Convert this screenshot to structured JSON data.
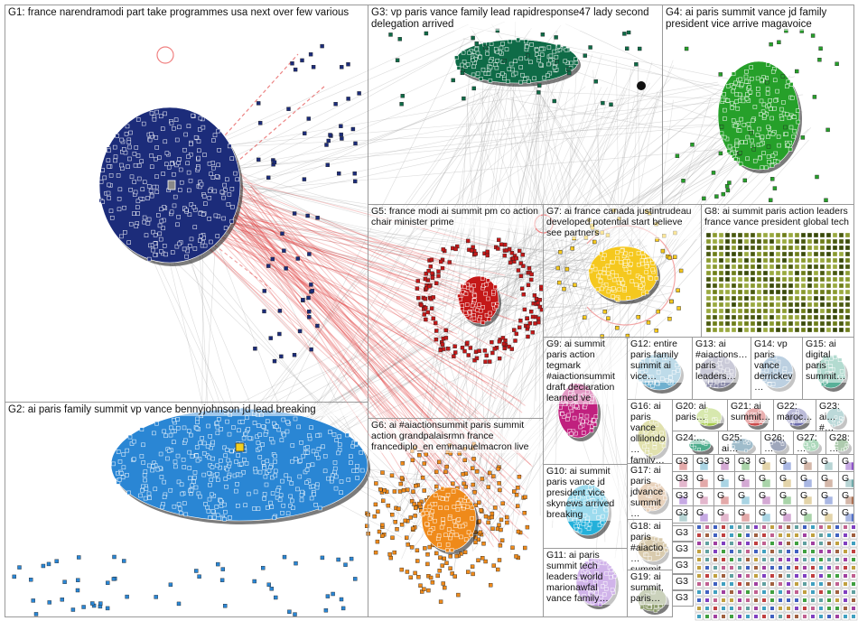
{
  "groups": [
    {
      "id": "G1",
      "label": "G1: france narendramodi part take programmes usa next over few various",
      "color": "#1a2a6b",
      "node_color": "#1c2c7a"
    },
    {
      "id": "G2",
      "label": "G2: ai paris family summit vp vance bennyjohnson jd lead breaking",
      "color": "#1f78c8",
      "node_color": "#2a86d4"
    },
    {
      "id": "G3",
      "label": "G3: vp paris vance family lead rapidresponse47 lady second delegation arrived",
      "color": "#0b5a3c",
      "node_color": "#0f6b47"
    },
    {
      "id": "G4",
      "label": "G4: ai paris summit vance jd family president vice arrive magavoice",
      "color": "#1f8a24",
      "node_color": "#26a02a"
    },
    {
      "id": "G5",
      "label": "G5: france modi ai summit pm co action chair minister prime",
      "color": "#b31212",
      "node_color": "#c41818"
    },
    {
      "id": "G6",
      "label": "G6: ai #aiactionsummit paris summit action grandpalaisrmn france francediplo_en emmanuelmacron live",
      "color": "#e07a10",
      "node_color": "#ef8a1a"
    },
    {
      "id": "G7",
      "label": "G7: ai france canada justintrudeau developed potential start believe see partners",
      "color": "#f0c020",
      "node_color": "#f5c81e"
    },
    {
      "id": "G8",
      "label": "G8: ai summit paris action leaders france vance president global tech",
      "color": "#5a6a12",
      "node_color": "#6e7e1a"
    },
    {
      "id": "G9",
      "label": "G9: ai summit paris action tegmark #aiactionsummit draft declaration learned ve",
      "color": "#a01a6a",
      "node_color": "#c0207e"
    },
    {
      "id": "G10",
      "label": "G10: ai summit paris vance jd president vice skynews arrived breaking",
      "color": "#1fa0c8",
      "node_color": "#24b0da"
    },
    {
      "id": "G11",
      "label": "G11: ai paris summit tech leaders world marionawfal vance family…",
      "color": "#8a4fc0",
      "node_color": "#9a5ad0"
    },
    {
      "id": "G12",
      "label": "G12: entire paris family summit ai vice…",
      "color": "#7ab4d0",
      "node_color": "#6fb0cf"
    },
    {
      "id": "G13",
      "label": "G13: ai #aiactions… paris leaders…",
      "color": "#7a7a9a",
      "node_color": "#8a8aa8"
    },
    {
      "id": "G14",
      "label": "G14: vp paris vance derrickev…",
      "color": "#5a8ab0",
      "node_color": "#6a98bc"
    },
    {
      "id": "G15",
      "label": "G15: ai digital paris summit…",
      "color": "#4aa08a",
      "node_color": "#58b098"
    },
    {
      "id": "G16",
      "label": "G16: ai paris vance ollilondo… family…",
      "color": "#b0b040",
      "node_color": "#bcbc4c"
    },
    {
      "id": "G17",
      "label": "G17: ai paris jdvance summit…",
      "color": "#c09060",
      "node_color": "#cc9c6c"
    },
    {
      "id": "G18",
      "label": "G18: ai paris #aiactio… summit…",
      "color": "#a08040",
      "node_color": "#ac8c4c"
    },
    {
      "id": "G19",
      "label": "G19: ai summit, paris…",
      "color": "#809060",
      "node_color": "#8c9c6c"
    },
    {
      "id": "G20",
      "label": "G20: ai paris…",
      "color": "#9ac040",
      "node_color": "#a6cc4c"
    },
    {
      "id": "G21",
      "label": "G21: ai summit…",
      "color": "#c04040",
      "node_color": "#cc4c4c"
    },
    {
      "id": "G22",
      "label": "G22: maroc…",
      "color": "#6060a0",
      "node_color": "#6c6cac"
    },
    {
      "id": "G23",
      "label": "G23: ai… #…",
      "color": "#60a0a0",
      "node_color": "#6cacac"
    },
    {
      "id": "G24",
      "label": "G24:…",
      "color": "#40a080",
      "node_color": "#4cac8c"
    },
    {
      "id": "G25",
      "label": "G25: ai…",
      "color": "#206080",
      "node_color": "#2c6c8c"
    },
    {
      "id": "G26",
      "label": "G26:…",
      "color": "#203060",
      "node_color": "#2c3c6c"
    },
    {
      "id": "G27",
      "label": "G27:…",
      "color": "#40a060",
      "node_color": "#4cac6c"
    },
    {
      "id": "G28",
      "label": "G28:…",
      "color": "#408040",
      "node_color": "#4c8c4c"
    }
  ],
  "mini_label": "G3…",
  "mini_label_short": "G…"
}
